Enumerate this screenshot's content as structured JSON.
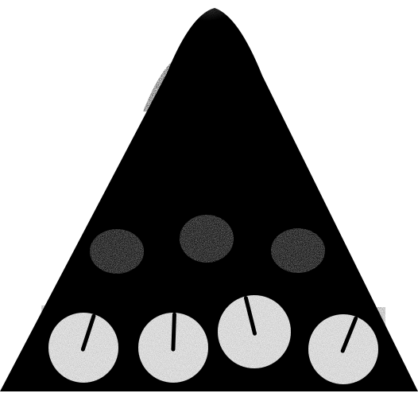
{
  "colors": {
    "background": "#ffffff",
    "triangle": "#000000",
    "blob": "#8a8a8a",
    "dial_face": "#f1f1f1",
    "needle": "#000000"
  },
  "blobs": [
    {
      "name": "blob-left"
    },
    {
      "name": "blob-center"
    },
    {
      "name": "blob-right"
    }
  ],
  "dials": [
    {
      "name": "dial-1",
      "needle_angle_deg": 18
    },
    {
      "name": "dial-2",
      "needle_angle_deg": 2
    },
    {
      "name": "dial-3",
      "needle_angle_deg": -14
    },
    {
      "name": "dial-4",
      "needle_angle_deg": 22
    }
  ]
}
